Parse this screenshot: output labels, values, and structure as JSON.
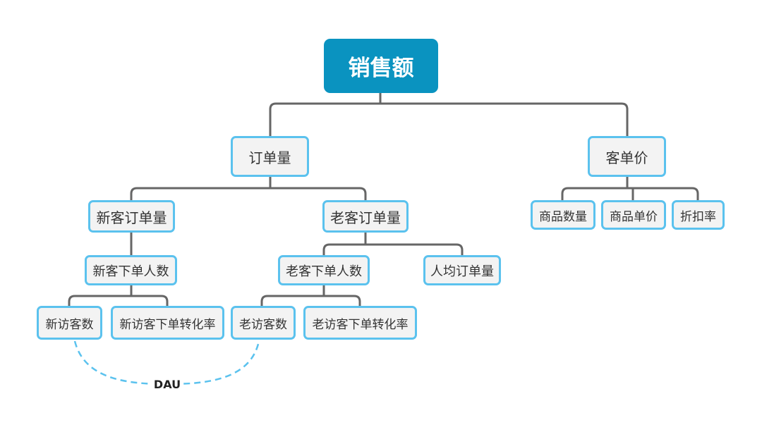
{
  "diagram": {
    "root": "销售额",
    "order_volume": "订单量",
    "unit_price": "客单价",
    "new_customer_orders": "新客订单量",
    "old_customer_orders": "老客订单量",
    "new_customer_buyers": "新客下单人数",
    "old_customer_buyers": "老客下单人数",
    "orders_per_person": "人均订单量",
    "new_visitors": "新访客数",
    "new_visitor_conversion": "新访客下单转化率",
    "old_visitors": "老访客数",
    "old_visitor_conversion": "老访客下单转化率",
    "product_quantity": "商品数量",
    "product_unit_price": "商品单价",
    "discount_rate": "折扣率",
    "dau_label": "DAU"
  },
  "colors": {
    "root_fill": "#0a93c0",
    "node_border": "#5bc2ee",
    "node_fill": "#f3f3f3",
    "connector": "#666666",
    "dau_link": "#5bc2ee"
  }
}
